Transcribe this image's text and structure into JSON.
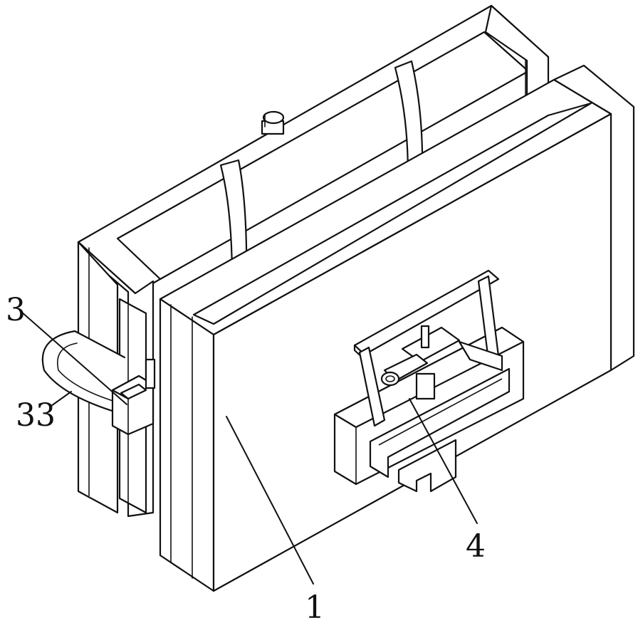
{
  "callouts": [
    {
      "id": "c1",
      "text": "1"
    },
    {
      "id": "c3",
      "text": "3"
    },
    {
      "id": "c33",
      "text": "33"
    },
    {
      "id": "c4",
      "text": "4"
    }
  ]
}
